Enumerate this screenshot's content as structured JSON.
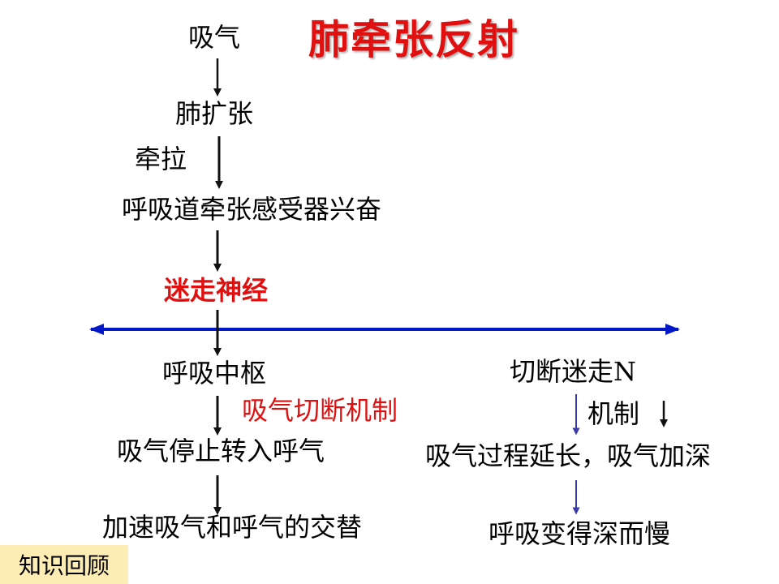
{
  "title": "肺牵张反射",
  "nodes": {
    "inhale": "吸气",
    "lung_expand": "肺扩张",
    "stretch": "牵拉",
    "receptor": "呼吸道牵张感受器兴奋",
    "vagus": "迷走神经",
    "center": "呼吸中枢",
    "cutoff_mech": "吸气切断机制",
    "stop_inhale": "吸气停止转入呼气",
    "alternate": "加速吸气和呼气的交替",
    "cut_vagus": "切断迷走N",
    "mech_down": "机制",
    "longer": "吸气过程延长，吸气加深",
    "deep_slow": "呼吸变得深而慢"
  },
  "badge": "知识回顾",
  "colors": {
    "title": "#e01010",
    "accent_red": "#e01010",
    "line_blue": "#0018c8",
    "arrow_dark": "#111111",
    "arrow_purple": "#3a3aa8",
    "badge_bg": "#fdecb3"
  }
}
